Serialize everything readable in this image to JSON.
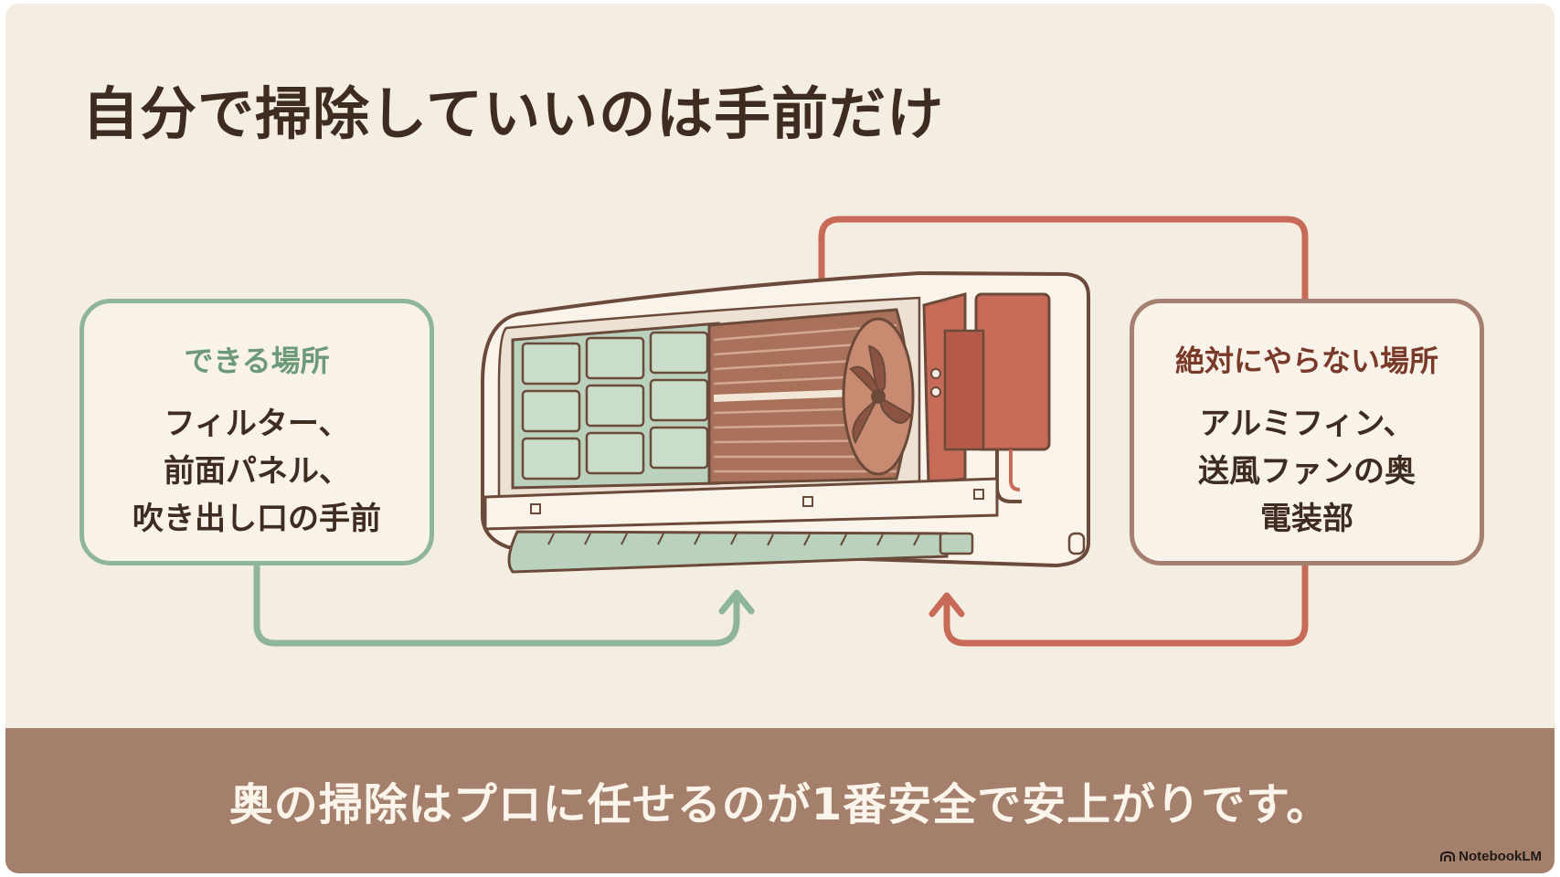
{
  "title": "自分で掃除していいのは手前だけ",
  "safe_box": {
    "heading": "できる場所",
    "lines": [
      "フィルター、",
      "前面パネル、",
      "吹き出し口の手前"
    ]
  },
  "danger_box": {
    "heading": "絶対にやらない場所",
    "lines": [
      "アルミフィン、",
      "送風ファンの奥",
      "電装部"
    ]
  },
  "footer_message": "奥の掃除はプロに任せるのが1番安全で安上がりです。",
  "brand": "NotebookLM",
  "icons": {
    "illustration": "air-conditioner-illustration",
    "brand_logo": "notebooklm-logo-icon"
  },
  "colors": {
    "background": "#f4ede2",
    "safe": "#8eb598",
    "danger": "#c86a58",
    "band": "#a47f6c",
    "title": "#3e2c20"
  }
}
